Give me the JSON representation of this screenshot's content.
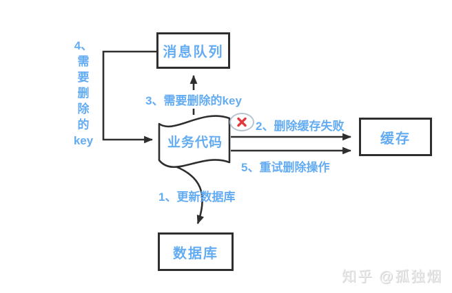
{
  "diagram_title": "cache-delete-retry-flow",
  "colors": {
    "accent_blue": "#64acf2",
    "line_dark": "#2e2e2e",
    "error_red": "#e03a3e",
    "error_ring_gray": "#b6c3d1",
    "watermark_gray": "#ebebeb",
    "background": "#ffffff"
  },
  "nodes": {
    "message_queue": {
      "label": "消息队列"
    },
    "business_code": {
      "label": "业务代码"
    },
    "cache": {
      "label": "缓存"
    },
    "database": {
      "label": "数据库"
    }
  },
  "edges": {
    "step1": {
      "label": "1、更新数据库",
      "from": "business_code",
      "to": "database"
    },
    "step2": {
      "label": "2、删除缓存失败",
      "from": "business_code",
      "to": "cache"
    },
    "step3": {
      "label": "3、需要删除的key",
      "from": "business_code",
      "to": "message_queue"
    },
    "step4": {
      "label": "4、\n需\n要\n删\n除\n的\nkey",
      "from": "message_queue",
      "to": "business_code"
    },
    "step5": {
      "label": "5、重试删除操作",
      "from": "business_code",
      "to": "cache"
    }
  },
  "icons": {
    "failure": "error-x-icon"
  },
  "watermark": "知乎 @孤独烟"
}
